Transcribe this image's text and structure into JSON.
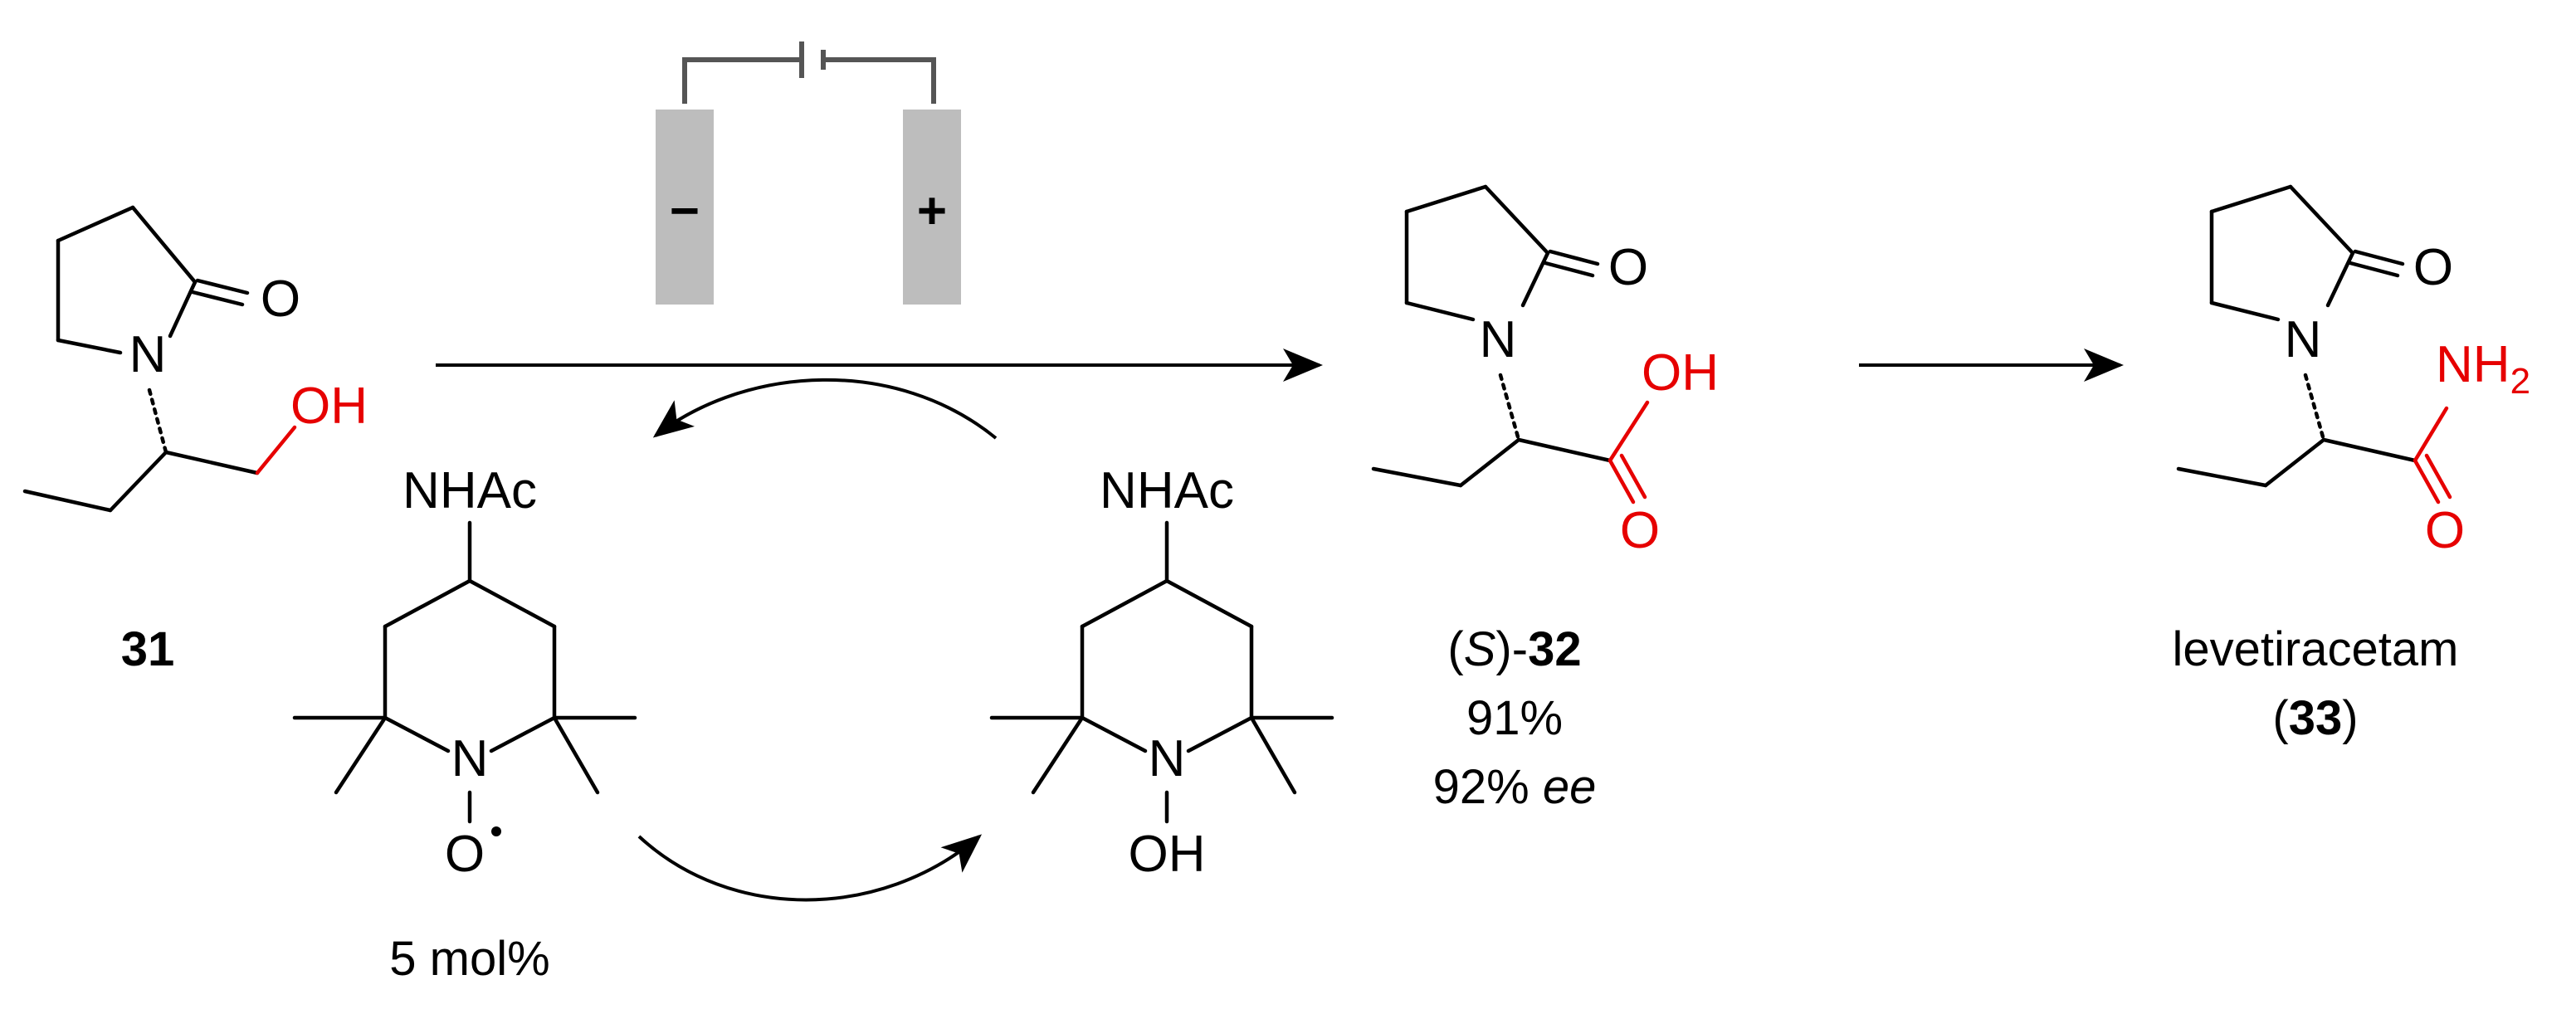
{
  "colors": {
    "black": "#000000",
    "heteroatom_red": "#e60000",
    "electrode_gray": "#bdbdbd",
    "wire_gray": "#555555"
  },
  "atoms": {
    "O": "O",
    "N": "N",
    "OH": "OH",
    "NHAc": "NHAc",
    "NH2_main": "NH",
    "NH2_sub": "2"
  },
  "electrodes": {
    "cathode_sign": "−",
    "anode_sign": "+"
  },
  "compounds": {
    "c31": {
      "number": "31"
    },
    "c32": {
      "stereo_open": "(",
      "stereo_S": "S",
      "stereo_close": ")-",
      "number": "32",
      "yield": "91%",
      "ee_value": "92% ",
      "ee_unit": "ee"
    },
    "c33": {
      "name": "levetiracetam",
      "paren_open": "(",
      "number": "33",
      "paren_close": ")"
    }
  },
  "catalyst": {
    "loading": "5 mol%"
  }
}
